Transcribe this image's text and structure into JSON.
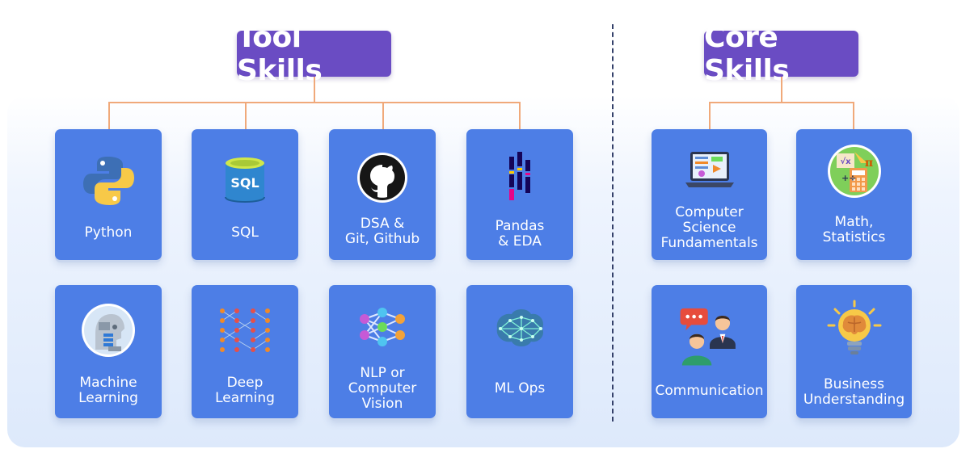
{
  "sections": {
    "tool": {
      "title": "Tool Skills"
    },
    "core": {
      "title": "Core Skills"
    }
  },
  "colors": {
    "title_bg": "#6a4cc3",
    "card_bg": "#4d7ee6",
    "connector": "#f0a97a",
    "divider": "#34406a"
  },
  "tool_skills": [
    {
      "label": "Python",
      "icon": "python-icon"
    },
    {
      "label": "SQL",
      "icon": "sql-database-icon"
    },
    {
      "label": "DSA &\nGit, Github",
      "icon": "github-icon"
    },
    {
      "label": "Pandas\n& EDA",
      "icon": "pandas-icon"
    },
    {
      "label": "Machine\nLearning",
      "icon": "robot-head-icon"
    },
    {
      "label": "Deep\nLearning",
      "icon": "deep-network-icon"
    },
    {
      "label": "NLP or\nComputer\nVision",
      "icon": "neural-network-icon"
    },
    {
      "label": "ML Ops",
      "icon": "brain-network-icon"
    }
  ],
  "core_skills": [
    {
      "label": "Computer\nScience\nFundamentals",
      "icon": "laptop-icon"
    },
    {
      "label": "Math,\nStatistics",
      "icon": "math-icon"
    },
    {
      "label": "Communication",
      "icon": "communication-icon"
    },
    {
      "label": "Business\nUnderstanding",
      "icon": "lightbulb-brain-icon"
    }
  ]
}
